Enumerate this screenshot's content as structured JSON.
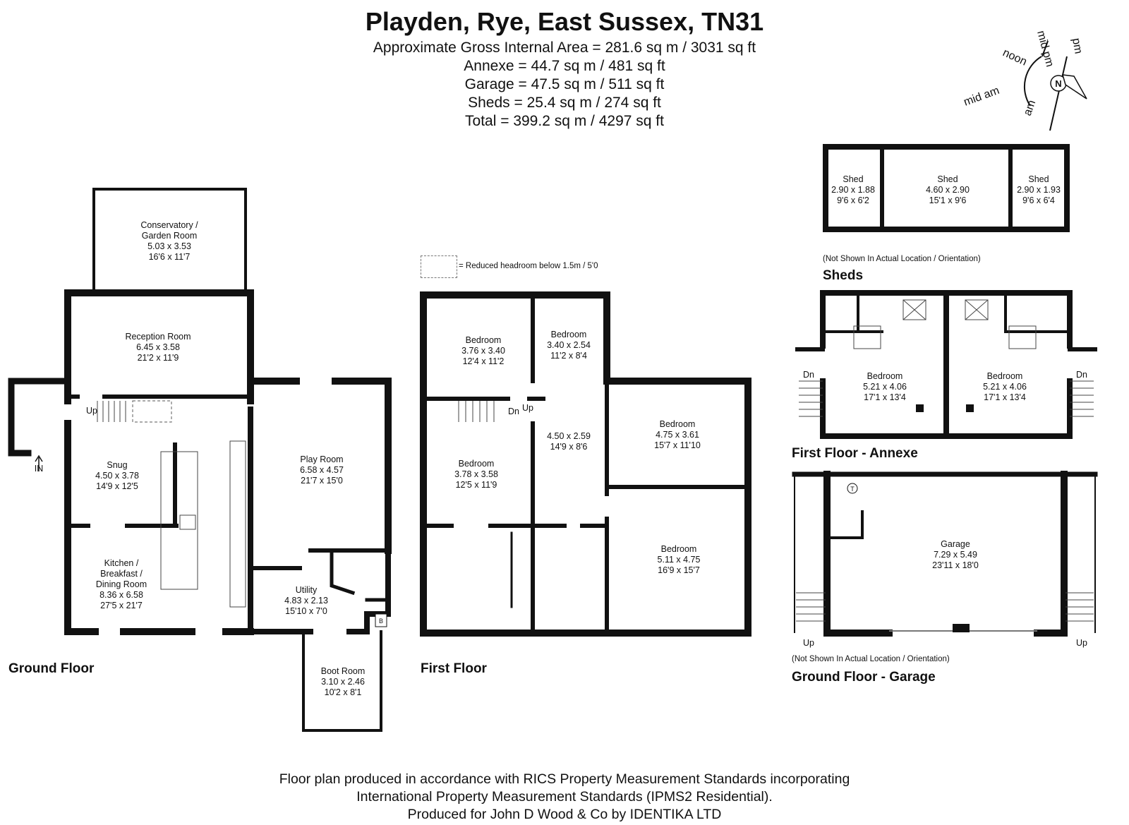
{
  "header": {
    "title": "Playden, Rye, East Sussex, TN31",
    "areas": [
      "Approximate Gross Internal Area = 281.6 sq m / 3031 sq ft",
      "Annexe = 44.7 sq m / 481 sq ft",
      "Garage = 47.5 sq m / 511 sq ft",
      "Sheds = 25.4 sq m / 274 sq ft",
      "Total = 399.2 sq m / 4297 sq ft"
    ]
  },
  "compass": {
    "north_letter": "N",
    "labels": {
      "mid_pm": "mid pm",
      "pm": "pm",
      "noon": "noon",
      "mid_am": "mid am",
      "am": "am"
    }
  },
  "legend": {
    "text": "= Reduced headroom below 1.5m / 5'0"
  },
  "ground_floor": {
    "label": "Ground Floor",
    "entrance": "IN",
    "rooms": {
      "conservatory": [
        "Conservatory /",
        "Garden Room",
        "5.03 x 3.53",
        "16'6 x 11'7"
      ],
      "reception": [
        "Reception Room",
        "6.45 x 3.58",
        "21'2 x 11'9"
      ],
      "snug": [
        "Snug",
        "4.50 x 3.78",
        "14'9 x 12'5"
      ],
      "play": [
        "Play Room",
        "6.58 x 4.57",
        "21'7 x 15'0"
      ],
      "kitchen": [
        "Kitchen /",
        "Breakfast /",
        "Dining Room",
        "8.36 x 6.58",
        "27'5 x 21'7"
      ],
      "utility": [
        "Utility",
        "4.83 x 2.13",
        "15'10 x 7'0"
      ],
      "boot": [
        "Boot Room",
        "3.10 x 2.46",
        "10'2 x 8'1"
      ]
    },
    "stair_up": "Up",
    "boiler": "B"
  },
  "first_floor": {
    "label": "First Floor",
    "rooms": {
      "bed1": [
        "Bedroom",
        "3.76 x 3.40",
        "12'4 x 11'2"
      ],
      "bed2": [
        "Bedroom",
        "3.40 x 2.54",
        "11'2 x 8'4"
      ],
      "bed3": [
        "Bedroom",
        "4.75 x 3.61",
        "15'7 x 11'10"
      ],
      "bed4": [
        "Bedroom",
        "3.78 x 3.58",
        "12'5 x 11'9"
      ],
      "landing": [
        "4.50 x 2.59",
        "14'9 x 8'6"
      ],
      "bed5": [
        "Bedroom",
        "5.11 x 4.75",
        "16'9 x 15'7"
      ]
    },
    "stair_dn": "Dn",
    "stair_up": "Up"
  },
  "sheds": {
    "label": "Sheds",
    "note": "(Not Shown In Actual Location / Orientation)",
    "rooms": {
      "shed1": [
        "Shed",
        "2.90 x 1.88",
        "9'6 x 6'2"
      ],
      "shed2": [
        "Shed",
        "4.60 x 2.90",
        "15'1 x 9'6"
      ],
      "shed3": [
        "Shed",
        "2.90 x 1.93",
        "9'6 x 6'4"
      ]
    }
  },
  "annexe": {
    "label": "First Floor - Annexe",
    "rooms": {
      "bedA": [
        "Bedroom",
        "5.21 x 4.06",
        "17'1 x 13'4"
      ],
      "bedB": [
        "Bedroom",
        "5.21 x 4.06",
        "17'1 x 13'4"
      ]
    },
    "stair_dn": "Dn"
  },
  "garage": {
    "label": "Ground Floor - Garage",
    "note": "(Not Shown In Actual Location / Orientation)",
    "rooms": {
      "garage": [
        "Garage",
        "7.29 x 5.49",
        "23'11 x 18'0"
      ]
    },
    "stair_up": "Up",
    "toilet_mark": "T"
  },
  "footer": {
    "lines": [
      "Floor plan produced in accordance with RICS Property Measurement Standards incorporating",
      "International Property Measurement Standards (IPMS2 Residential).",
      "Produced for John D Wood & Co by IDENTIKA LTD"
    ]
  }
}
